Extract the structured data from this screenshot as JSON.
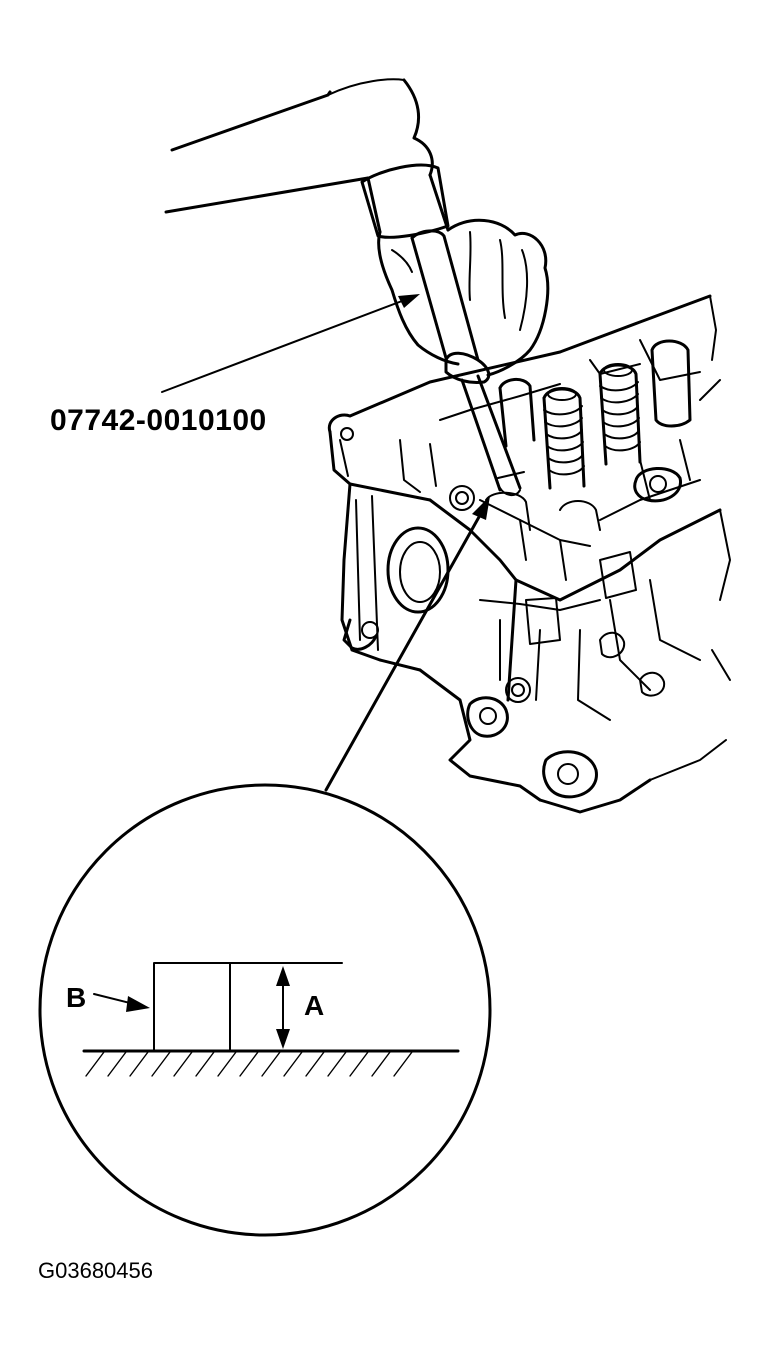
{
  "figure": {
    "tool_part_number": "07742-0010100",
    "dimension_label_a": "A",
    "reference_label_b": "B",
    "figure_id": "G03680456"
  }
}
